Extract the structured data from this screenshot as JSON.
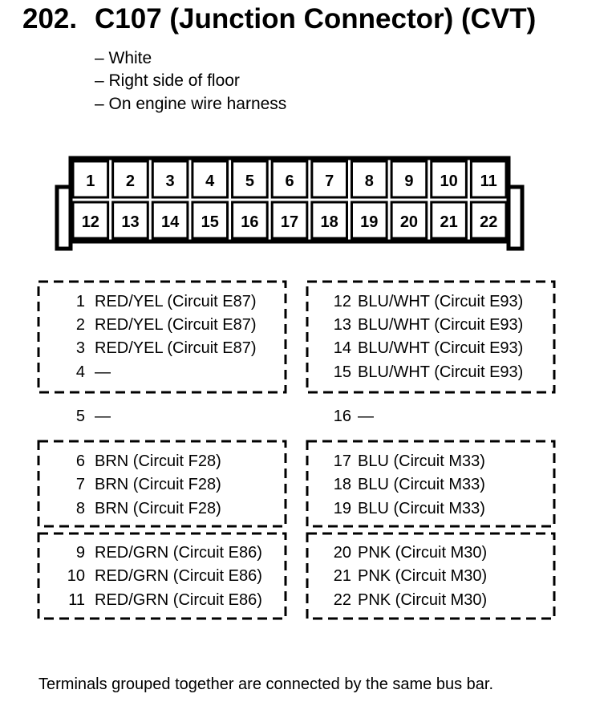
{
  "title": {
    "number": "202.",
    "text": "C107 (Junction Connector) (CVT)"
  },
  "description": [
    "– White",
    "– Right side of floor",
    "– On engine wire harness"
  ],
  "connector_top_row": [
    "1",
    "2",
    "3",
    "4",
    "5",
    "6",
    "7",
    "8",
    "9",
    "10",
    "11"
  ],
  "connector_bottom_row": [
    "12",
    "13",
    "14",
    "15",
    "16",
    "17",
    "18",
    "19",
    "20",
    "21",
    "22"
  ],
  "left_terminals": [
    {
      "num": "1",
      "text": "RED/YEL (Circuit E87)"
    },
    {
      "num": "2",
      "text": "RED/YEL (Circuit E87)"
    },
    {
      "num": "3",
      "text": "RED/YEL (Circuit E87)"
    },
    {
      "num": "4",
      "text": "—"
    },
    {
      "num": "5",
      "text": "—"
    },
    {
      "num": "6",
      "text": "BRN (Circuit F28)"
    },
    {
      "num": "7",
      "text": "BRN (Circuit F28)"
    },
    {
      "num": "8",
      "text": "BRN (Circuit F28)"
    },
    {
      "num": "9",
      "text": "RED/GRN (Circuit E86)"
    },
    {
      "num": "10",
      "text": "RED/GRN (Circuit E86)"
    },
    {
      "num": "11",
      "text": "RED/GRN (Circuit E86)"
    }
  ],
  "right_terminals": [
    {
      "num": "12",
      "text": "BLU/WHT (Circuit E93)"
    },
    {
      "num": "13",
      "text": "BLU/WHT (Circuit E93)"
    },
    {
      "num": "14",
      "text": "BLU/WHT (Circuit E93)"
    },
    {
      "num": "15",
      "text": "BLU/WHT (Circuit E93)"
    },
    {
      "num": "16",
      "text": "—"
    },
    {
      "num": "17",
      "text": "BLU (Circuit M33)"
    },
    {
      "num": "18",
      "text": "BLU (Circuit M33)"
    },
    {
      "num": "19",
      "text": "BLU (Circuit M33)"
    },
    {
      "num": "20",
      "text": "PNK (Circuit M30)"
    },
    {
      "num": "21",
      "text": "PNK (Circuit M30)"
    },
    {
      "num": "22",
      "text": "PNK (Circuit M30)"
    }
  ],
  "footnote": "Terminals grouped together are connected by the same bus bar."
}
